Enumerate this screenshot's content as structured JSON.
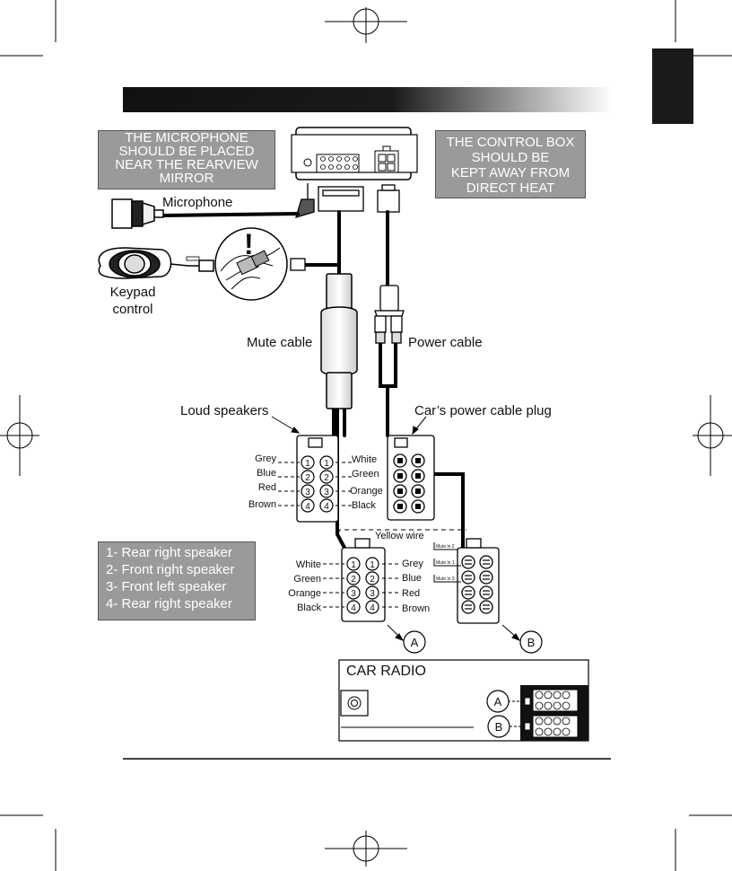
{
  "notes": {
    "microphone_note": [
      "THE MICROPHONE",
      "SHOULD BE PLACED",
      "NEAR THE REARVIEW",
      "MIRROR"
    ],
    "control_box_note": [
      "THE CONTROL BOX",
      "SHOULD BE",
      "KEPT AWAY FROM",
      "DIRECT HEAT"
    ]
  },
  "labels": {
    "microphone": "Microphone",
    "keypad": "Keypad",
    "control": "control",
    "exclamation": "!",
    "mute_cable": "Mute cable",
    "power_cable": "Power cable",
    "loud_speakers": "Loud speakers",
    "power_plug": "Car’s power cable plug",
    "yellow_wire": "Yellow wire",
    "car_radio": "CAR RADIO",
    "connector_a": "A",
    "connector_b": "B"
  },
  "upper_connector": {
    "left": [
      "Grey",
      "Blue",
      "Red",
      "Brown"
    ],
    "right": [
      "White",
      "Green",
      "Orange",
      "Black"
    ],
    "pins": [
      "1",
      "2",
      "3",
      "4"
    ]
  },
  "lower_connector": {
    "left": [
      "White",
      "Green",
      "Orange",
      "Black"
    ],
    "right": [
      "Grey",
      "Blue",
      "Red",
      "Brown"
    ],
    "pins": [
      "1",
      "2",
      "3",
      "4"
    ]
  },
  "mute_labels": [
    "Mute in 2",
    "Mute in 1",
    "Mute in 3"
  ],
  "legend": [
    "1- Rear right speaker",
    "2- Front right speaker",
    "3- Front left speaker",
    "4- Rear right speaker"
  ],
  "colors": {
    "header_dark": "#111111",
    "note_gray": "#9a9a9a",
    "tab_dark": "#1a1a1a"
  }
}
